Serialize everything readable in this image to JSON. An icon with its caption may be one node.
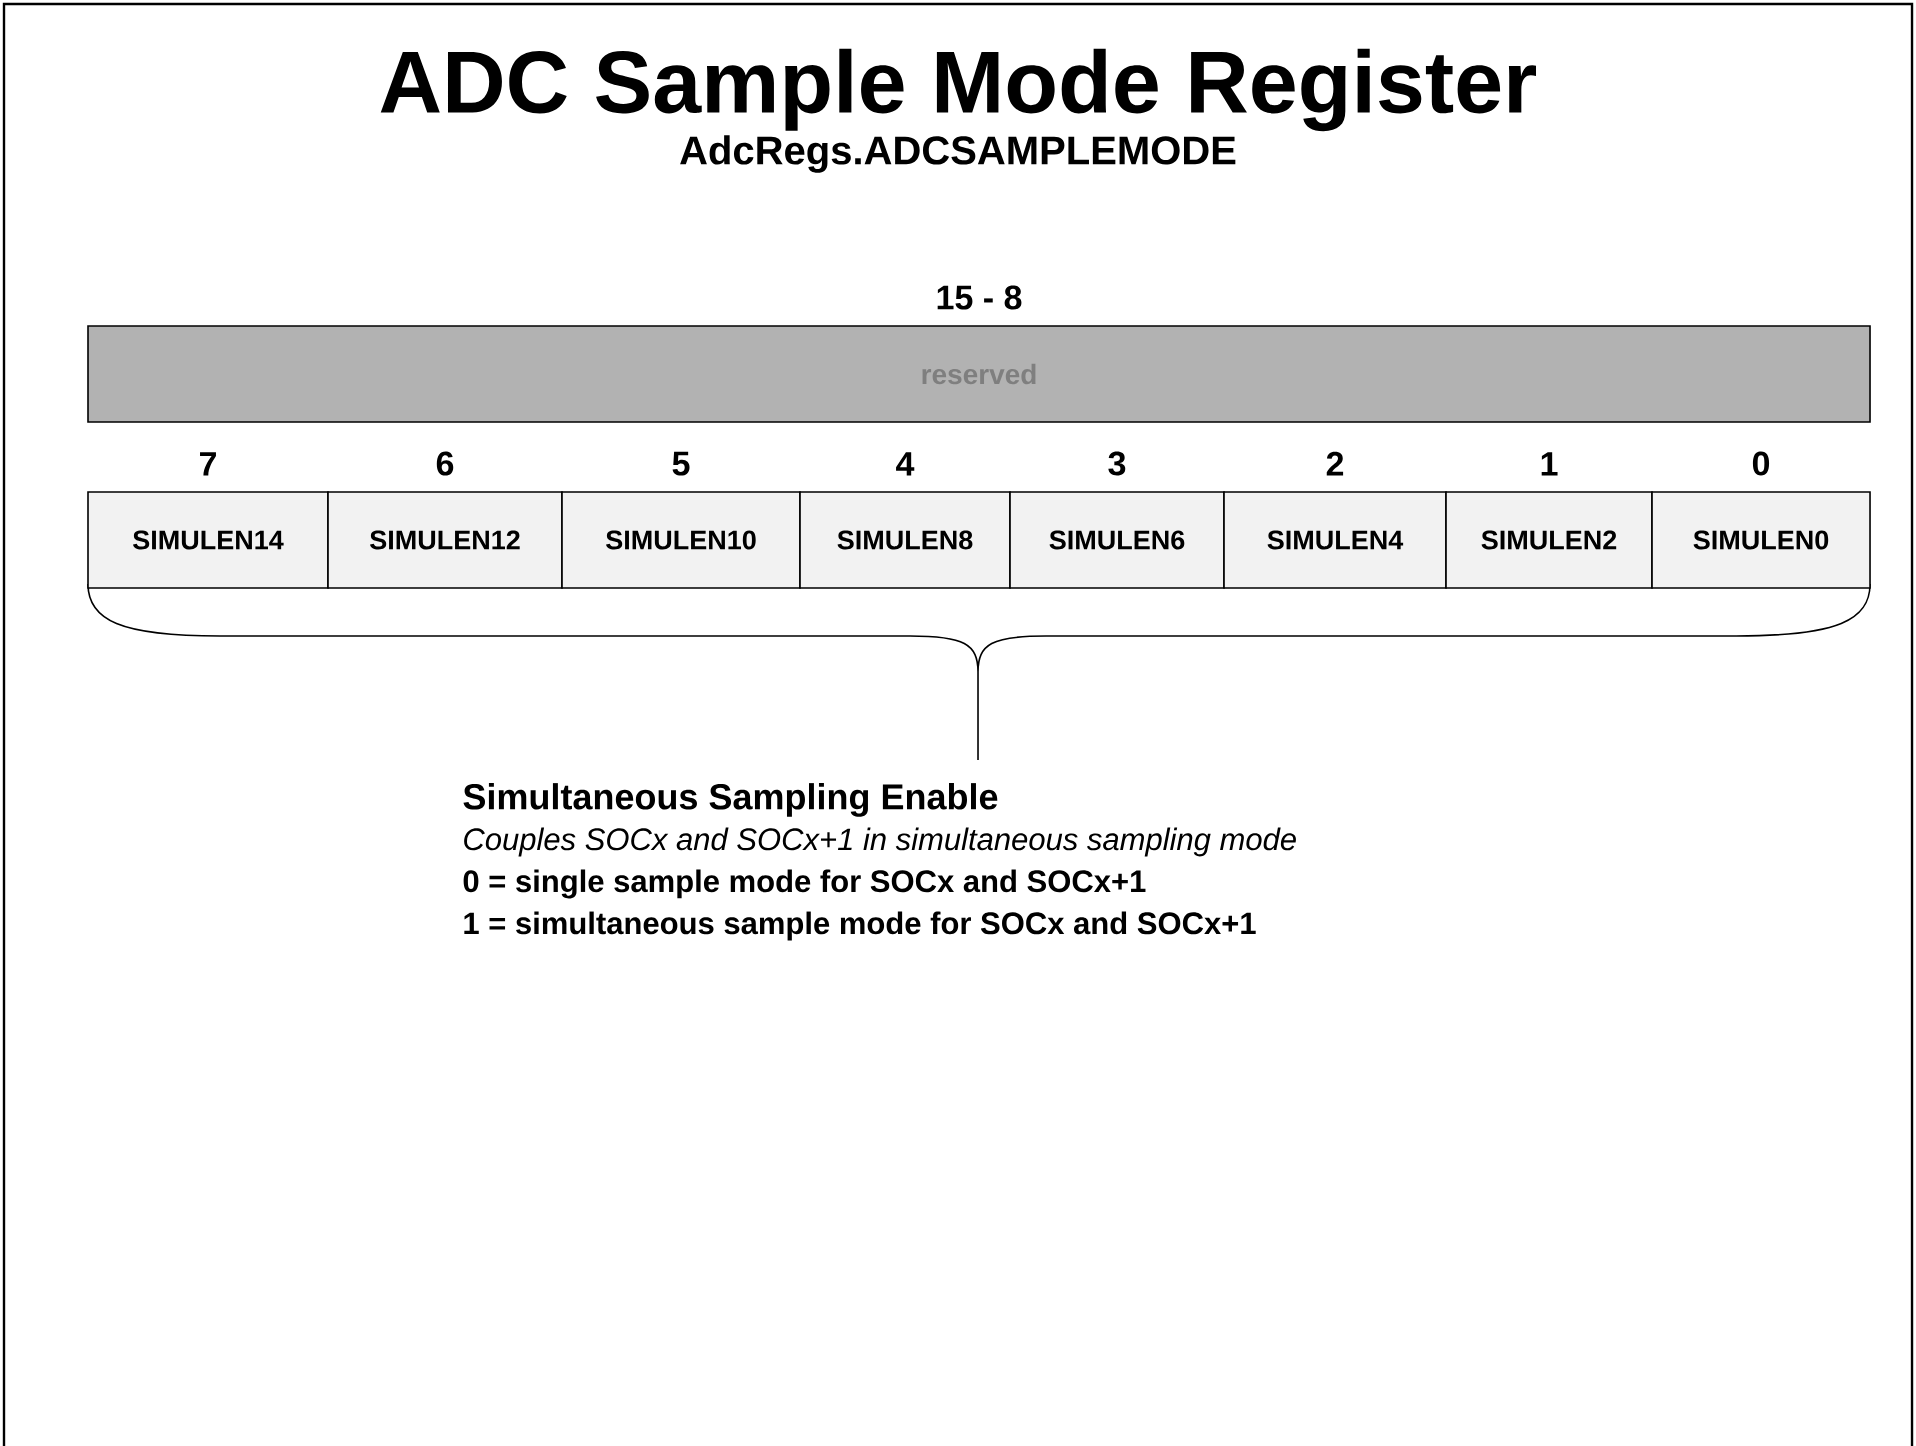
{
  "diagram": {
    "title": "ADC Sample Mode Register",
    "nodes": [
      {
        "text": [
          "reserved"
        ],
        "beside": [
          "15 - 8"
        ]
      },
      {
        "text": [
          "SIMULEN14"
        ],
        "beside": [
          "7"
        ]
      },
      {
        "text": [
          "SIMULEN12"
        ],
        "beside": [
          "6"
        ]
      },
      {
        "text": [
          "SIMULEN10"
        ],
        "beside": [
          "5"
        ]
      },
      {
        "text": [
          "SIMULEN8"
        ],
        "beside": [
          "4"
        ]
      },
      {
        "text": [
          "SIMULEN6"
        ],
        "beside": [
          "3"
        ]
      },
      {
        "text": [
          "SIMULEN4"
        ],
        "beside": [
          "2"
        ]
      },
      {
        "text": [
          "SIMULEN2"
        ],
        "beside": [
          "1"
        ]
      },
      {
        "text": [
          "SIMULEN0"
        ],
        "beside": [
          "0"
        ]
      }
    ],
    "labels": [
      "AdcRegs.ADCSAMPLEMODE",
      "Simultaneous Sampling Enable",
      "Couples SOCx and SOCx+1 in simultaneous sampling mode",
      "0 = single sample mode for SOCx and SOCx+1",
      "1 = simultaneous sample mode for SOCx and SOCx+1"
    ]
  }
}
